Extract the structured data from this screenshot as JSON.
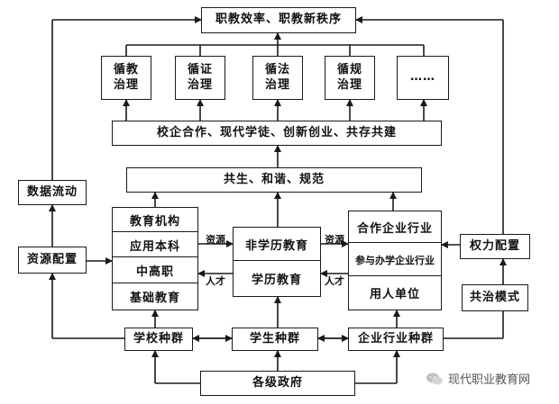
{
  "top": "职教效率、职教新秩序",
  "governance": [
    {
      "l1": "循教",
      "l2": "治理"
    },
    {
      "l1": "循证",
      "l2": "治理"
    },
    {
      "l1": "循法",
      "l2": "治理"
    },
    {
      "l1": "循规",
      "l2": "治理"
    },
    {
      "l1": "……",
      "l2": ""
    }
  ],
  "cooperation": "校企合作、现代学徒、创新创业、共存共建",
  "harmony": "共生、和谐、规范",
  "left_side": {
    "data_flow": "数据流动",
    "resource_config": "资源配置"
  },
  "right_side": {
    "power_config": "权力配置",
    "co_governance": "共治模式"
  },
  "school_stack": [
    "教育机构",
    "应用本科",
    "中高职",
    "基础教育"
  ],
  "education_stack": [
    "非学历教育",
    "学历教育"
  ],
  "enterprise_stack": [
    "合作企业行业",
    "参与办学企业行业",
    "用人单位"
  ],
  "flow_labels": {
    "resource_left": "资源",
    "talent_left": "人才",
    "resource_right": "资源",
    "talent_right": "人才"
  },
  "populations": {
    "school": "学校种群",
    "student": "学生种群",
    "enterprise": "企业行业种群"
  },
  "government": "各级政府",
  "watermark": "现代职业教育网"
}
